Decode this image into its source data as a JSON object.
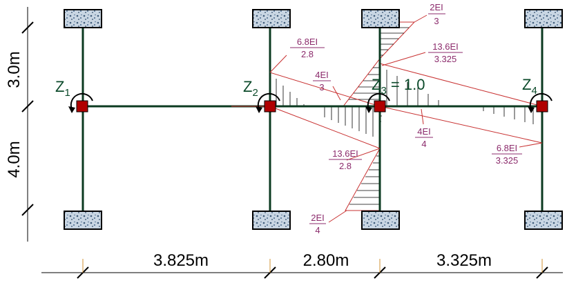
{
  "dimensions": {
    "spans": [
      "3.825m",
      "2.80m",
      "3.325m"
    ],
    "heights": [
      "3.0m",
      "4.0m"
    ]
  },
  "nodes": {
    "z1": {
      "label": "Z",
      "sub": "1"
    },
    "z2": {
      "label": "Z",
      "sub": "2"
    },
    "z3": {
      "label": "Z",
      "sub": "3",
      "suffix": " = 1.0"
    },
    "z4": {
      "label": "Z",
      "sub": "4"
    }
  },
  "moments": [
    {
      "id": "m-2ei-3-top",
      "num": "2EI",
      "den": "3"
    },
    {
      "id": "m-13-6ei-3-325-top",
      "num": "13.6EI",
      "den": "3.325"
    },
    {
      "id": "m-6-8ei-2-8",
      "num": "6.8EI",
      "den": "2.8"
    },
    {
      "id": "m-4ei-3",
      "num": "4EI",
      "den": "3"
    },
    {
      "id": "m-4ei-4",
      "num": "4EI",
      "den": "4"
    },
    {
      "id": "m-13-6ei-2-8",
      "num": "13.6EI",
      "den": "2.8"
    },
    {
      "id": "m-6-8ei-3-325",
      "num": "6.8EI",
      "den": "3.325"
    },
    {
      "id": "m-2ei-4",
      "num": "2EI",
      "den": "4"
    }
  ],
  "colors": {
    "member": "#0b3a20",
    "joint": "#b00000",
    "diagram_line": "#c83030",
    "hatch": "#000000",
    "fraction_text": "#8b2a6b",
    "support_fill": "#b8c8d8",
    "support_border": "#000000"
  }
}
